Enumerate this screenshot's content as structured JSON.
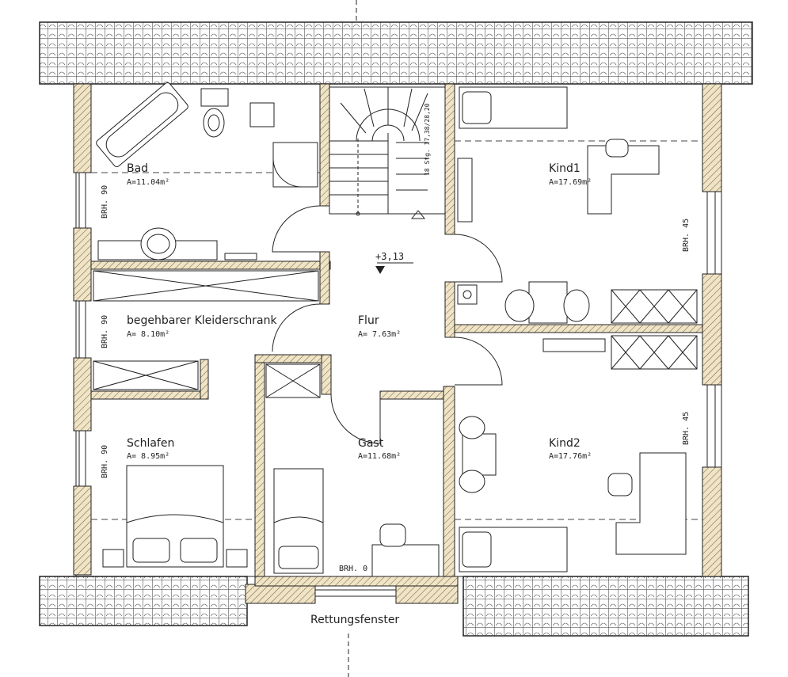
{
  "rooms": {
    "bad": {
      "name": "Bad",
      "area": "A=11.04m²"
    },
    "kleiderschrank": {
      "name": "begehbarer Kleiderschrank",
      "area": "A=  8.10m²"
    },
    "flur": {
      "name": "Flur",
      "area": "A=  7.63m²"
    },
    "kind1": {
      "name": "Kind1",
      "area": "A=17.69m²"
    },
    "kind2": {
      "name": "Kind2",
      "area": "A=17.76m²"
    },
    "schlafen": {
      "name": "Schlafen",
      "area": "A=  8.95m²"
    },
    "gast": {
      "name": "Gast",
      "area": "A=11.68m²"
    }
  },
  "level_marker": "+3,13",
  "stair_label": "18 Stg. 17,38/28,20",
  "sill_heights": {
    "left_top": "BRH. 90",
    "left_mid": "BRH. 90",
    "left_bottom": "BRH. 90",
    "right_top": "BRH. 45",
    "right_bottom": "BRH. 45",
    "gast": "BRH. 0"
  },
  "escape_window": "Rettungsfenster",
  "colors": {
    "wall_fill": "#f0e4c6",
    "line": "#222222"
  }
}
